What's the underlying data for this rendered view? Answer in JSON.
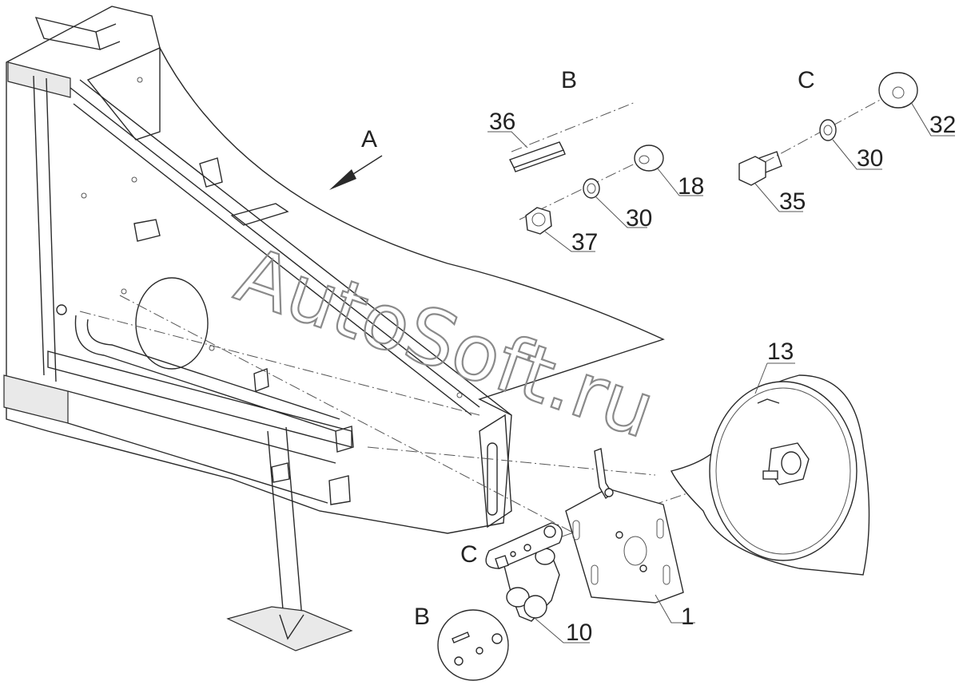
{
  "diagram": {
    "view_labels": {
      "arrow_view": "A",
      "detail_b": "B",
      "detail_c": "C",
      "callout_b": "B",
      "callout_c": "C"
    },
    "part_numbers": {
      "p36": "36",
      "p18": "18",
      "p30_b": "30",
      "p37": "37",
      "p32": "32",
      "p30_c": "30",
      "p35": "35",
      "p13": "13",
      "p10": "10",
      "p1": "1"
    },
    "watermark": "AutoSoft.ru"
  }
}
